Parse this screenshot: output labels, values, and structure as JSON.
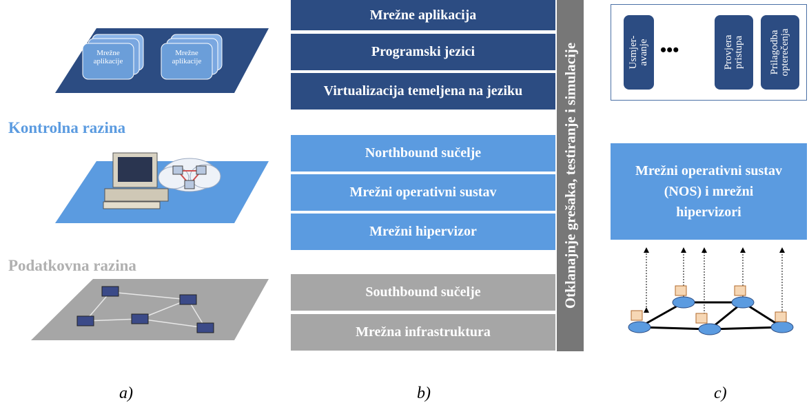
{
  "panel_a": {
    "control_title": "Kontrolna razina",
    "data_title": "Podatkovna razina",
    "app_label_1": "Mrežne\naplikacije",
    "app_label_2": "Mrežne\naplikacije",
    "caption": "a)"
  },
  "panel_b": {
    "application_layers": [
      "Mrežne aplikacija",
      "Programski jezici",
      "Virtualizacija temeljena na jeziku"
    ],
    "control_layers": [
      "Northbound sučelje",
      "Mrežni operativni sustav",
      "Mrežni hipervizor"
    ],
    "data_layers": [
      "Southbound sučelje",
      "Mrežna infrastruktura"
    ],
    "side_label": "Otklanajnje grešaka, testiranje i simulacije",
    "caption": "b)"
  },
  "panel_c": {
    "apps": [
      "Usmjer-\navanje",
      "Provjera\npristupa",
      "Prilagodba\nopterečenja"
    ],
    "ellipsis": "•••",
    "nos_box": "Mrežni operativni sustav (NOS) i mrežni hipervizori",
    "caption": "c)"
  },
  "colors": {
    "dark_blue": "#2c4c82",
    "mid_blue": "#5b9be0",
    "grey": "#a6a6a6",
    "side_bar": "#777777",
    "control_title": "#5b9be0",
    "data_title": "#b0b0b0"
  }
}
